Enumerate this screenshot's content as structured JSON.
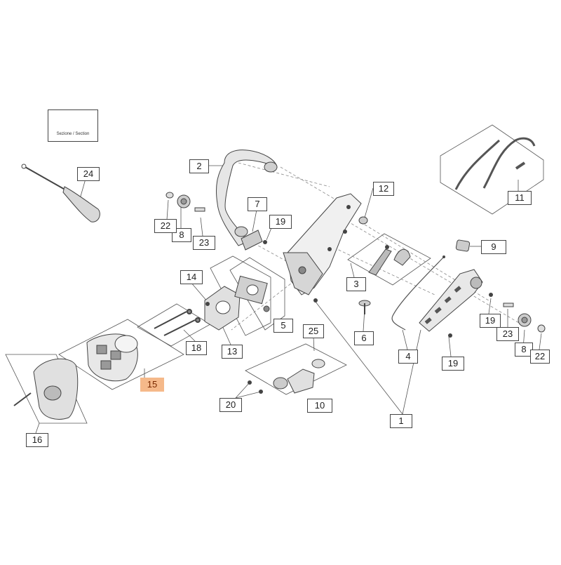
{
  "section_box": {
    "text": "Sezione / Section"
  },
  "highlight_color": "#f5b98a",
  "parts": {
    "p1": "1",
    "p2": "2",
    "p3": "3",
    "p4": "4",
    "p5": "5",
    "p6": "6",
    "p7": "7",
    "p8a": "8",
    "p8b": "8",
    "p9": "9",
    "p10": "10",
    "p11": "11",
    "p12": "12",
    "p13": "13",
    "p14": "14",
    "p15": "15",
    "p16": "16",
    "p18": "18",
    "p19a": "19",
    "p19b": "19",
    "p19c": "19",
    "p20": "20",
    "p22a": "22",
    "p22b": "22",
    "p23a": "23",
    "p23b": "23",
    "p24": "24",
    "p25": "25"
  }
}
